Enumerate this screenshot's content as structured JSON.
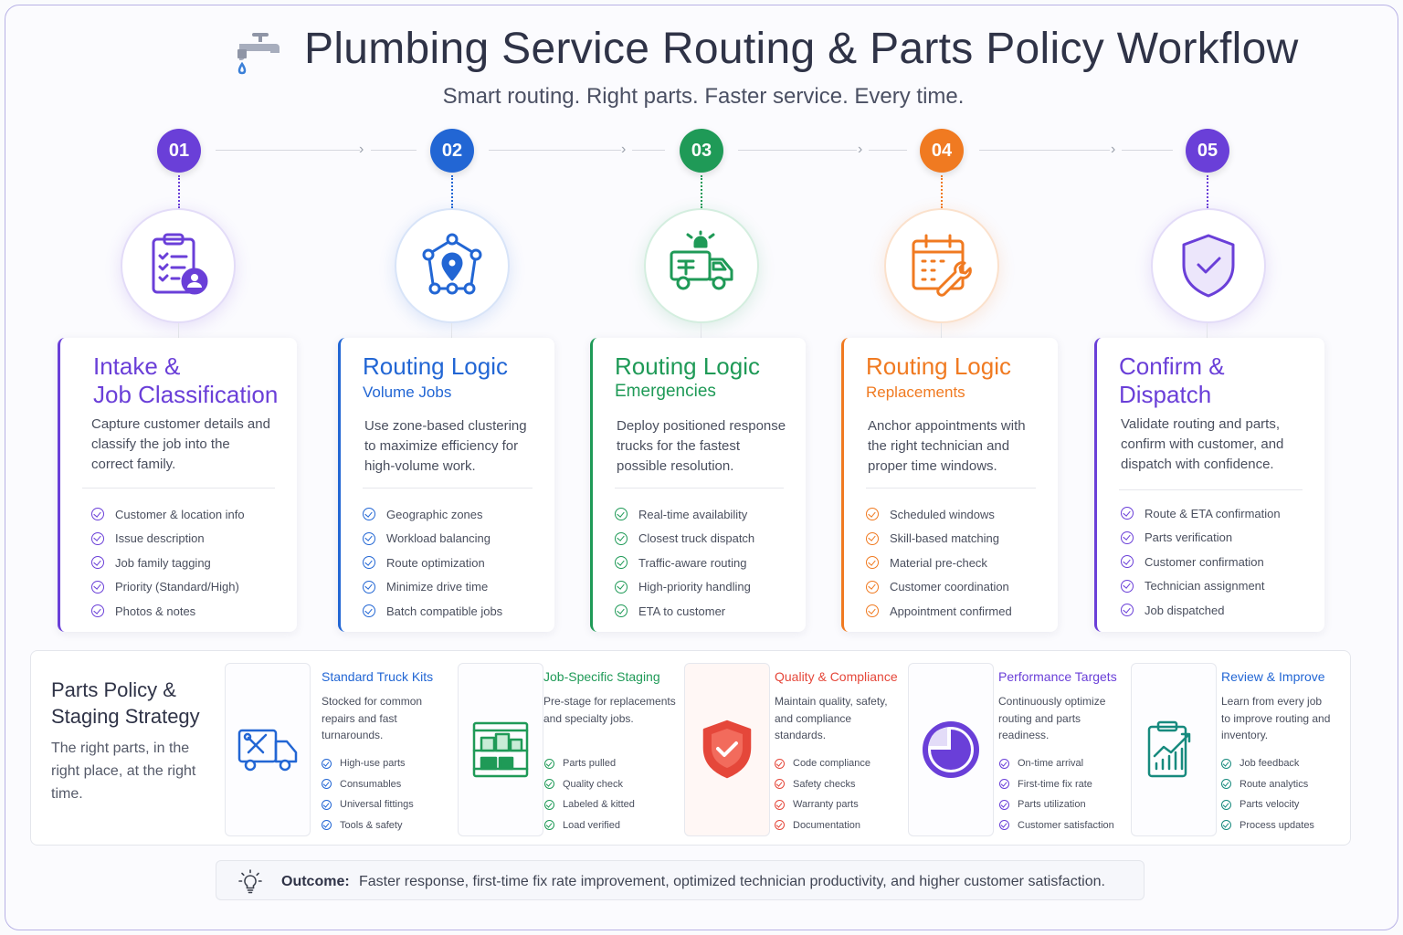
{
  "header": {
    "title": "Plumbing Service Routing & Parts Policy Workflow",
    "subtitle": "Smart routing. Right parts. Faster service. Every time."
  },
  "colors": {
    "purple": "#6a3fd8",
    "blue": "#2266d4",
    "green": "#1f9a57",
    "orange": "#f07a21",
    "red": "#e5473a"
  },
  "steps": [
    {
      "number": "01",
      "icon": "clipboard-user-icon",
      "title_line1": "Intake &",
      "title_line2": "Job Classification",
      "subtitle": "",
      "description": "Capture customer details and classify the job into the correct family.",
      "items": [
        "Customer  & location info",
        "Issue description",
        "Job family tagging",
        "Priority (Standard/High)",
        "Photos & notes"
      ]
    },
    {
      "number": "02",
      "icon": "network-pin-icon",
      "title_line1": "Routing Logic",
      "subtitle": "Volume Jobs",
      "description": "Use zone-based clustering to maximize efficiency for high-volume work.",
      "items": [
        "Geographic zones",
        "Workload balancing",
        "Route optimization",
        "Minimize drive time",
        "Batch compatible jobs"
      ]
    },
    {
      "number": "03",
      "icon": "emergency-truck-icon",
      "title_line1": "Routing Logic",
      "subtitle": "Emergencies",
      "description": "Deploy positioned response trucks for the fastest possible resolution.",
      "items": [
        "Real-time availability",
        "Closest truck dispatch",
        "Traffic-aware routing",
        "High-priority handling",
        "ETA to customer"
      ]
    },
    {
      "number": "04",
      "icon": "calendar-wrench-icon",
      "title_line1": "Routing Logic",
      "subtitle": "Replacements",
      "description": "Anchor appointments with the right technician and proper time windows.",
      "items": [
        "Scheduled windows",
        "Skill-based matching",
        "Material pre-check",
        "Customer coordination",
        "Appointment confirmed"
      ]
    },
    {
      "number": "05",
      "icon": "shield-check-icon",
      "title_line1": "Confirm &",
      "title_line2": "Dispatch",
      "subtitle": "",
      "description": "Validate routing and parts, confirm with customer, and dispatch with confidence.",
      "items": [
        "Route & ETA confirmation",
        "Parts verification",
        "Customer confirmation",
        "Technician assignment",
        "Job dispatched"
      ]
    }
  ],
  "parts_policy": {
    "title_line1": "Parts Policy &",
    "title_line2": "Staging Strategy",
    "description": "The right parts, in the right place, at the right time.",
    "columns": [
      {
        "icon": "truck-tools-icon",
        "title": "Standard Truck Kits",
        "description": "Stocked for common repairs and fast turnarounds.",
        "items": [
          "High-use parts",
          "Consumables",
          "Universal fittings",
          "Tools & safety"
        ]
      },
      {
        "icon": "shelving-boxes-icon",
        "title": "Job-Specific Staging",
        "description": "Pre-stage for replacements and specialty jobs.",
        "items": [
          "Parts pulled",
          "Quality check",
          "Labeled & kitted",
          "Load verified"
        ]
      },
      {
        "icon": "shield-check-icon",
        "title": "Quality & Compliance",
        "description": "Maintain quality, safety, and compliance standards.",
        "items": [
          "Code compliance",
          "Safety checks",
          "Warranty parts",
          "Documentation"
        ]
      },
      {
        "icon": "pie-chart-icon",
        "title": "Performance Targets",
        "description": "Continuously optimize routing and parts readiness.",
        "items": [
          "On-time arrival",
          "First-time fix rate",
          "Parts utilization",
          "Customer satisfaction"
        ]
      },
      {
        "icon": "clipboard-chart-icon",
        "title": "Review & Improve",
        "description": "Learn from every job to improve routing and inventory.",
        "items": [
          "Job feedback",
          "Route analytics",
          "Parts velocity",
          "Process updates"
        ]
      }
    ]
  },
  "outcome": {
    "label": "Outcome:",
    "text": "Faster response, first-time fix rate improvement, optimized technician productivity, and higher customer satisfaction."
  }
}
